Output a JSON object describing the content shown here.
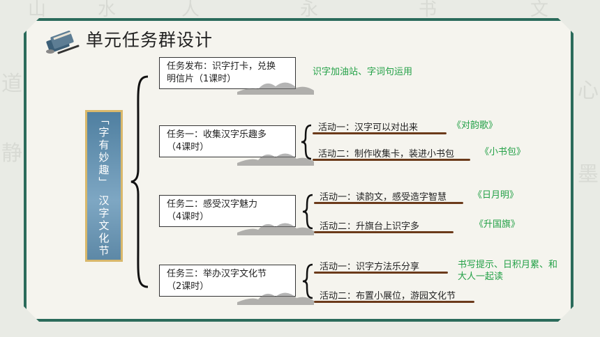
{
  "page": {
    "title": "单元任务群设计"
  },
  "main_label": "「字有妙趣」 汉字文化节",
  "tasks": [
    {
      "line1": "任务发布：识字打卡，兑换",
      "line2": "明信片（1课时）",
      "note": "识字加油站、字词句运用"
    },
    {
      "line1": "任务一：收集汉字乐趣多",
      "line2": "（4课时）"
    },
    {
      "line1": "任务二：感受汉字魅力",
      "line2": "（4课时）"
    },
    {
      "line1": "任务三：举办汉字文化节",
      "line2": "（2课时）"
    }
  ],
  "activities": {
    "t1a1": {
      "label": "活动一：汉字可以对出来",
      "note": "《对韵歌》"
    },
    "t1a2": {
      "label": "活动二：制作收集卡，装进小书包",
      "note": "《小书包》"
    },
    "t2a1": {
      "label": "活动一：读韵文，感受造字智慧",
      "note": "《日月明》"
    },
    "t2a2": {
      "label": "活动二：升旗台上识字多",
      "note": "《升国旗》"
    },
    "t3a1": {
      "label": "活动一：识字方法乐分享",
      "note1": "书写提示、日积月累、和",
      "note2": "大人一起读"
    },
    "t3a2": {
      "label": "活动二：布置小展位，游园文化节"
    }
  },
  "colors": {
    "frame": "#2b6b5b",
    "note": "#22a046",
    "label_bg": "#6a96b6"
  }
}
